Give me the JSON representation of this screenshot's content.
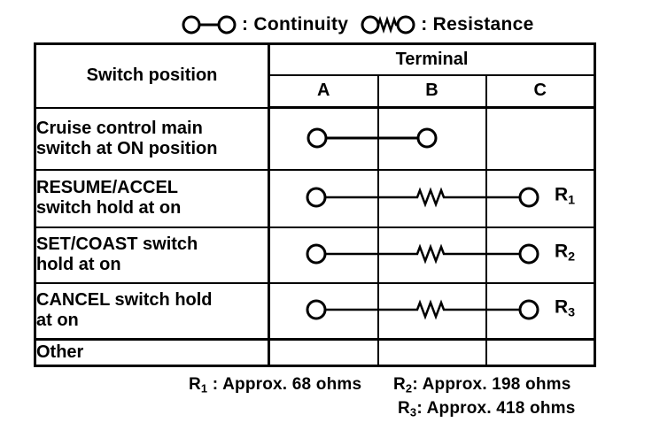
{
  "colors": {
    "ink": "#000000",
    "paper": "#ffffff"
  },
  "legend": {
    "continuity_label": ": Continuity",
    "resistance_label": ": Resistance"
  },
  "table": {
    "header": {
      "switch_position": "Switch position",
      "terminal": "Terminal",
      "terminals": [
        "A",
        "B",
        "C"
      ]
    },
    "rows": [
      {
        "label": "Cruise control main\nswitch at ON position",
        "connection": "continuity",
        "between": [
          "A",
          "B"
        ]
      },
      {
        "label": "RESUME/ACCEL\nswitch hold at on",
        "connection": "resistance",
        "between": [
          "A",
          "C"
        ],
        "r_name": "R",
        "r_sub": "1"
      },
      {
        "label": "SET/COAST switch\nhold at on",
        "connection": "resistance",
        "between": [
          "A",
          "C"
        ],
        "r_name": "R",
        "r_sub": "2"
      },
      {
        "label": "CANCEL switch hold\nat on",
        "connection": "resistance",
        "between": [
          "A",
          "C"
        ],
        "r_name": "R",
        "r_sub": "3"
      },
      {
        "label": "Other",
        "connection": "none"
      }
    ]
  },
  "notes": [
    {
      "name": "R",
      "sub": "1",
      "value": " : Approx. 68 ohms"
    },
    {
      "name": "R",
      "sub": "2",
      "value": ": Approx. 198 ohms"
    },
    {
      "name": "R",
      "sub": "3",
      "value": ": Approx. 418 ohms"
    }
  ]
}
